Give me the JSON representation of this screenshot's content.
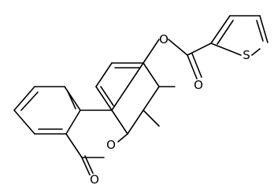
{
  "molecule": {
    "atoms": [
      {
        "id": "o_ester",
        "label": "O"
      },
      {
        "id": "o_carbonyl_top",
        "label": "O"
      },
      {
        "id": "s_thiophene",
        "label": "S"
      },
      {
        "id": "o_ring",
        "label": "O"
      },
      {
        "id": "o_lactone",
        "label": "O"
      }
    ]
  }
}
